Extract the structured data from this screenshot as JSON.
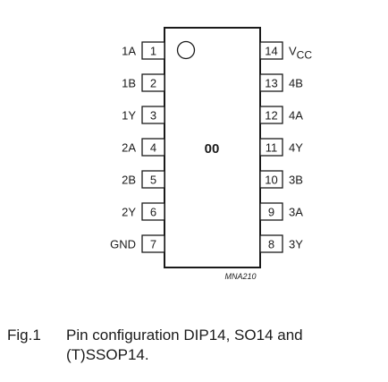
{
  "chip": {
    "label": "00",
    "drawing_id": "MNA210"
  },
  "pins_left": [
    {
      "num": "1",
      "name": "1A"
    },
    {
      "num": "2",
      "name": "1B"
    },
    {
      "num": "3",
      "name": "1Y"
    },
    {
      "num": "4",
      "name": "2A"
    },
    {
      "num": "5",
      "name": "2B"
    },
    {
      "num": "6",
      "name": "2Y"
    },
    {
      "num": "7",
      "name": "GND"
    }
  ],
  "pins_right": [
    {
      "num": "14",
      "name": "V",
      "sub": "CC"
    },
    {
      "num": "13",
      "name": "4B"
    },
    {
      "num": "12",
      "name": "4A"
    },
    {
      "num": "11",
      "name": "4Y"
    },
    {
      "num": "10",
      "name": "3B"
    },
    {
      "num": "9",
      "name": "3A"
    },
    {
      "num": "8",
      "name": "3Y"
    }
  ],
  "caption": {
    "number": "Fig.1",
    "text": "Pin configuration DIP14, SO14 and (T)SSOP14."
  }
}
